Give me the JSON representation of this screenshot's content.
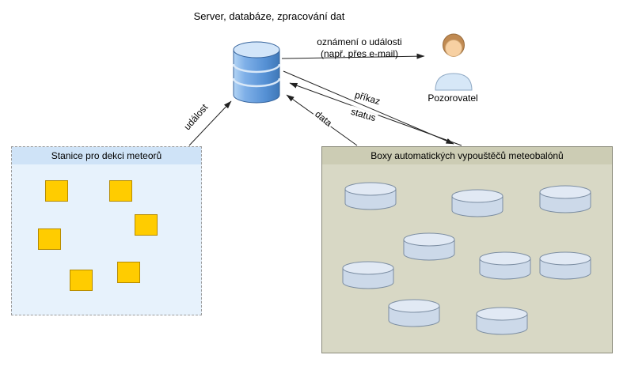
{
  "server": {
    "title": "Server, databáze, zpracování dat"
  },
  "observer": {
    "label": "Pozorovatel"
  },
  "station_box": {
    "title": "Stanice pro dekci meteorů",
    "detector_count": 6
  },
  "launcher_box": {
    "title": "Boxy automatických vypouštěčů meteobalónů",
    "launcher_count": 9
  },
  "edges": {
    "notification": {
      "line1": "oznámení o události",
      "line2": "(např. přes e-mail)"
    },
    "event": {
      "label": "událost"
    },
    "command": {
      "label": "příkaz"
    },
    "status": {
      "label": "status"
    },
    "data": {
      "label": "data"
    }
  },
  "colors": {
    "database_blue": "#5590d4",
    "station_fill": "#e7f2fc",
    "station_header": "#cfe3f7",
    "detector_square": "#ffcc00",
    "launcher_fill": "#d8d8c5",
    "cylinder_fill": "#ccd9e9",
    "arrow": "#222222"
  }
}
